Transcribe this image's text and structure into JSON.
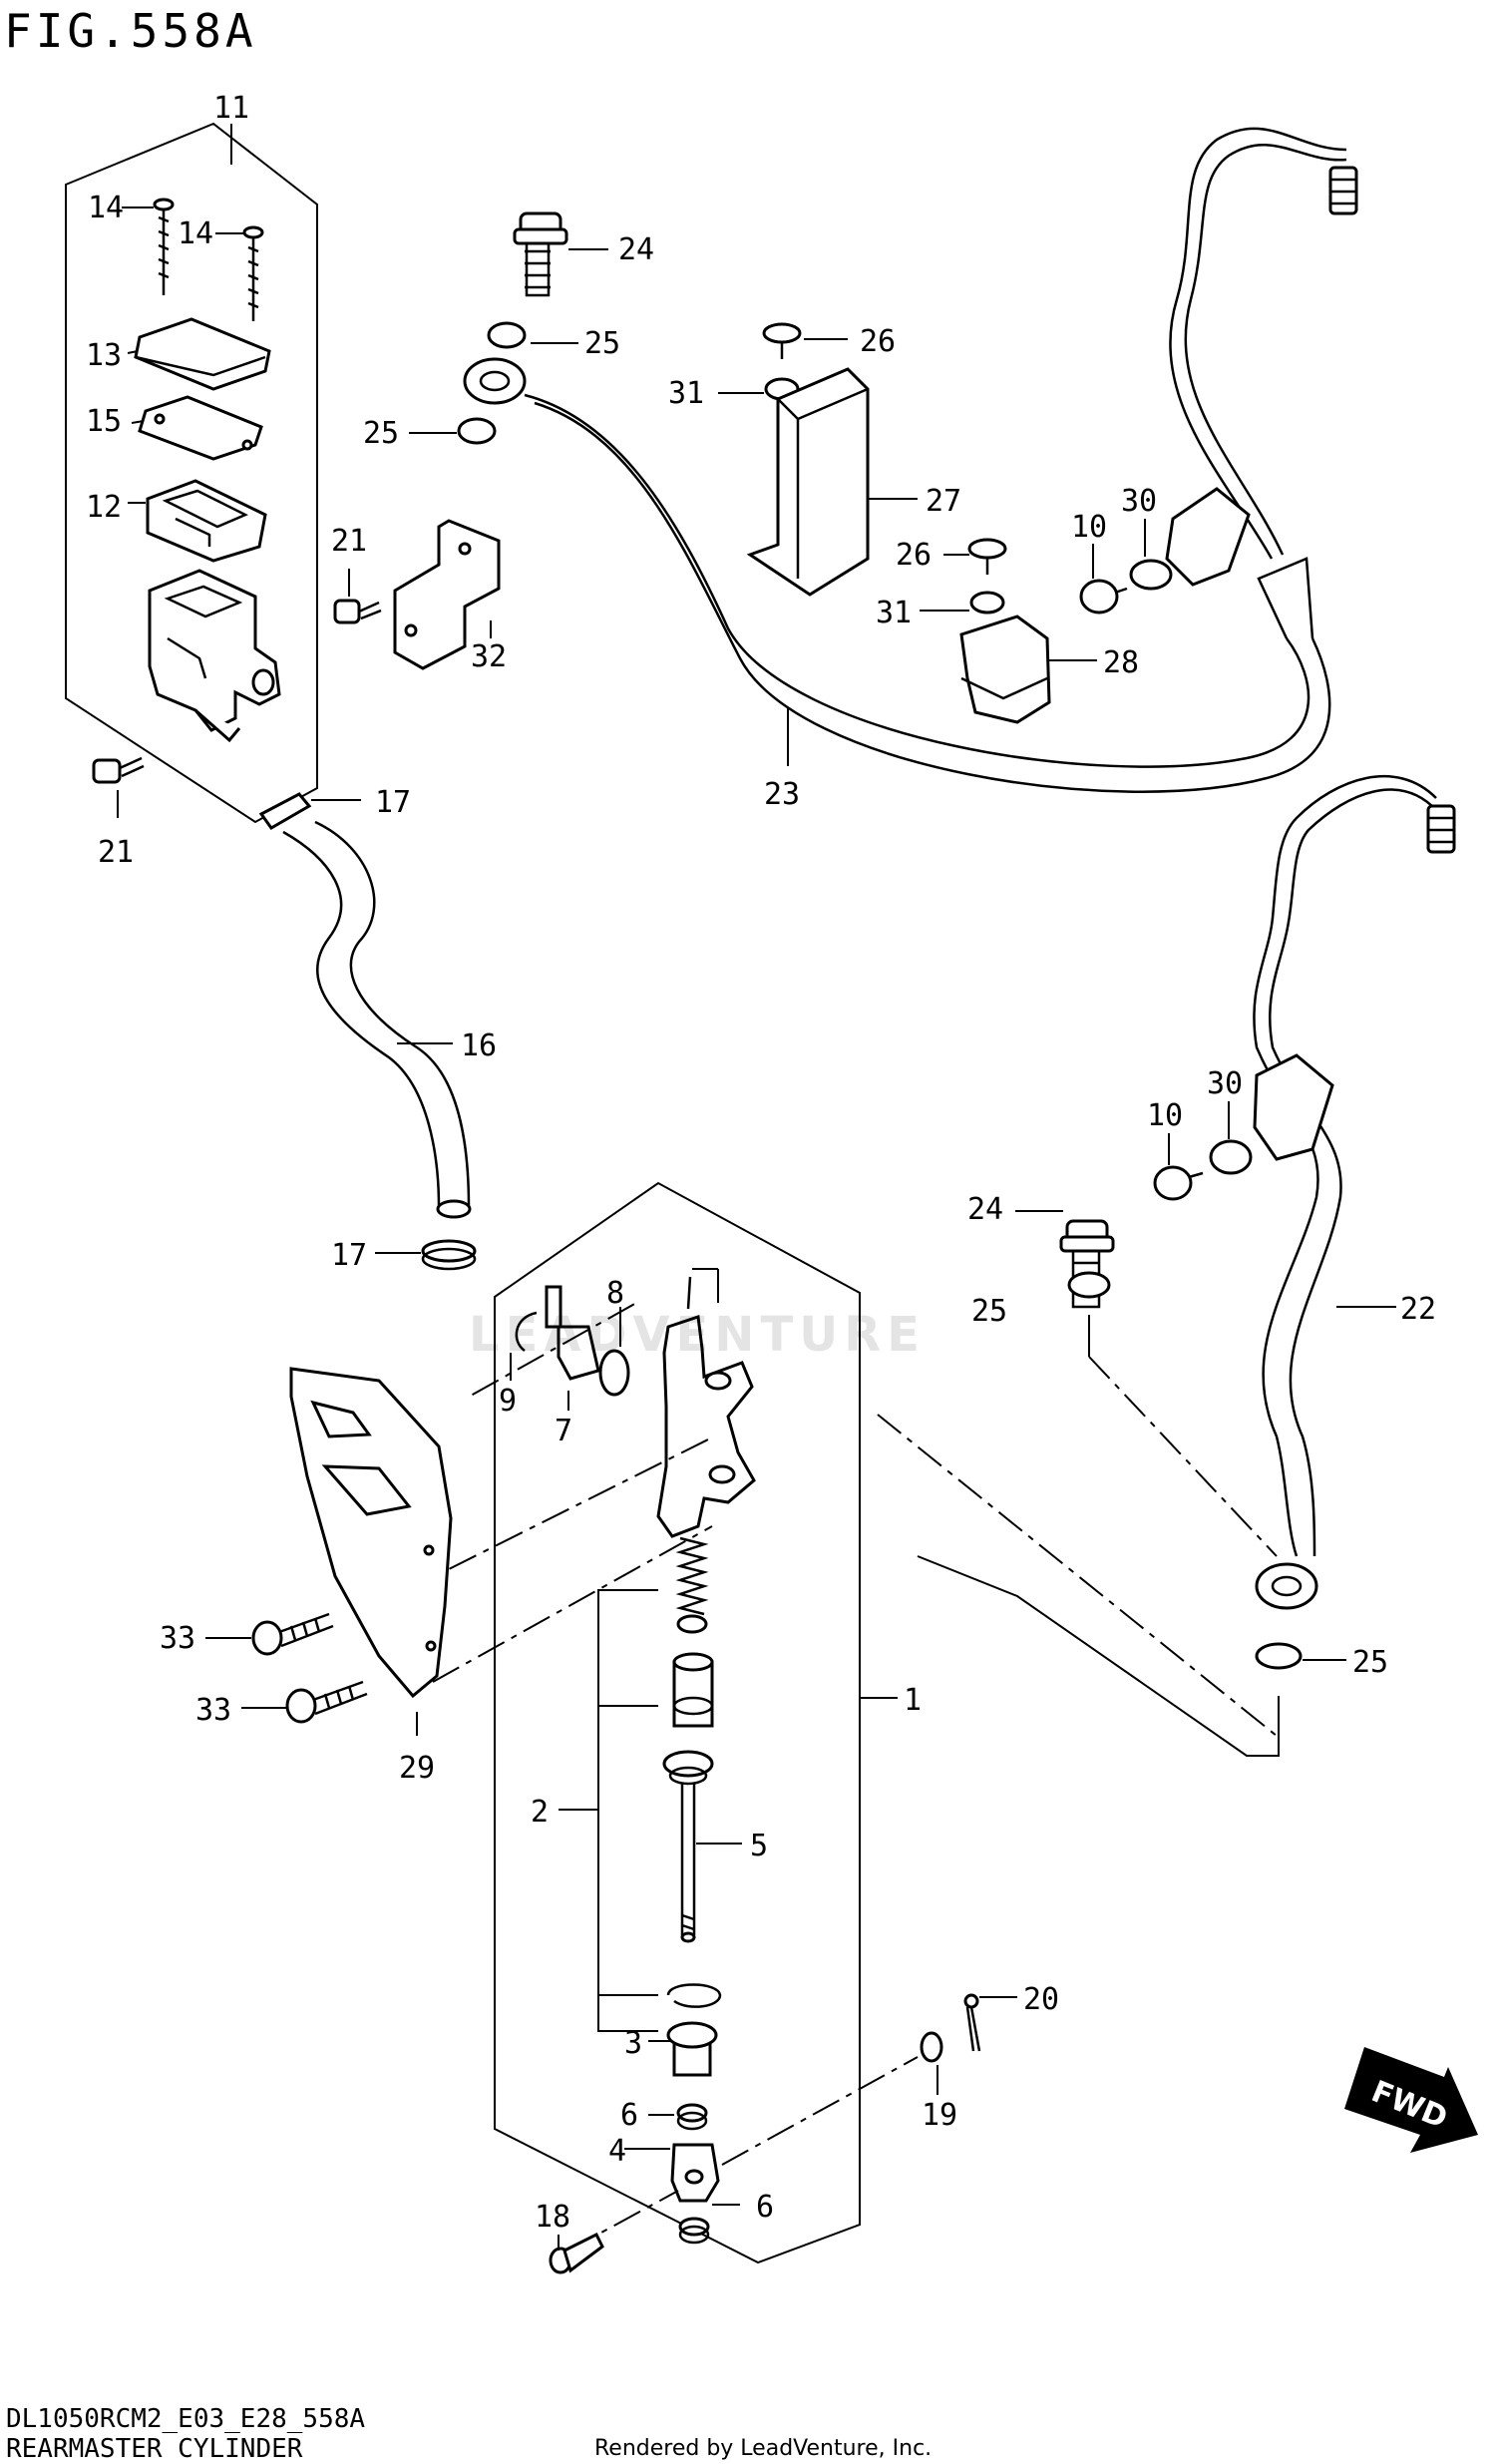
{
  "figure": {
    "title": "FIG.558A",
    "model_code": "DL1050RCM2_E03_E28_558A",
    "name": "REARMASTER CYLINDER",
    "rendered_by": "Rendered by LeadVenture, Inc.",
    "watermark": "LEADVENTURE"
  },
  "callouts": [
    {
      "id": "c11",
      "text": "11"
    },
    {
      "id": "c14a",
      "text": "14"
    },
    {
      "id": "c14b",
      "text": "14"
    },
    {
      "id": "c13",
      "text": "13"
    },
    {
      "id": "c15",
      "text": "15"
    },
    {
      "id": "c12",
      "text": "12"
    },
    {
      "id": "c21a",
      "text": "21"
    },
    {
      "id": "c21b",
      "text": "21"
    },
    {
      "id": "c32",
      "text": "32"
    },
    {
      "id": "c24a",
      "text": "24"
    },
    {
      "id": "c25a",
      "text": "25"
    },
    {
      "id": "c25b",
      "text": "25"
    },
    {
      "id": "c26a",
      "text": "26"
    },
    {
      "id": "c31a",
      "text": "31"
    },
    {
      "id": "c27",
      "text": "27"
    },
    {
      "id": "c26b",
      "text": "26"
    },
    {
      "id": "c31b",
      "text": "31"
    },
    {
      "id": "c28",
      "text": "28"
    },
    {
      "id": "c10a",
      "text": "10"
    },
    {
      "id": "c30a",
      "text": "30"
    },
    {
      "id": "c23",
      "text": "23"
    },
    {
      "id": "c17a",
      "text": "17"
    },
    {
      "id": "c16",
      "text": "16"
    },
    {
      "id": "c17b",
      "text": "17"
    },
    {
      "id": "c10b",
      "text": "10"
    },
    {
      "id": "c30b",
      "text": "30"
    },
    {
      "id": "c24b",
      "text": "24"
    },
    {
      "id": "c25c",
      "text": "25"
    },
    {
      "id": "c22",
      "text": "22"
    },
    {
      "id": "c25d",
      "text": "25"
    },
    {
      "id": "c8",
      "text": "8"
    },
    {
      "id": "c9",
      "text": "9"
    },
    {
      "id": "c7",
      "text": "7"
    },
    {
      "id": "c33a",
      "text": "33"
    },
    {
      "id": "c33b",
      "text": "33"
    },
    {
      "id": "c29",
      "text": "29"
    },
    {
      "id": "c1",
      "text": "1"
    },
    {
      "id": "c2",
      "text": "2"
    },
    {
      "id": "c5",
      "text": "5"
    },
    {
      "id": "c3",
      "text": "3"
    },
    {
      "id": "c6a",
      "text": "6"
    },
    {
      "id": "c4",
      "text": "4"
    },
    {
      "id": "c6b",
      "text": "6"
    },
    {
      "id": "c18",
      "text": "18"
    },
    {
      "id": "c19",
      "text": "19"
    },
    {
      "id": "c20",
      "text": "20"
    },
    {
      "id": "fwd",
      "text": "FWD"
    }
  ]
}
